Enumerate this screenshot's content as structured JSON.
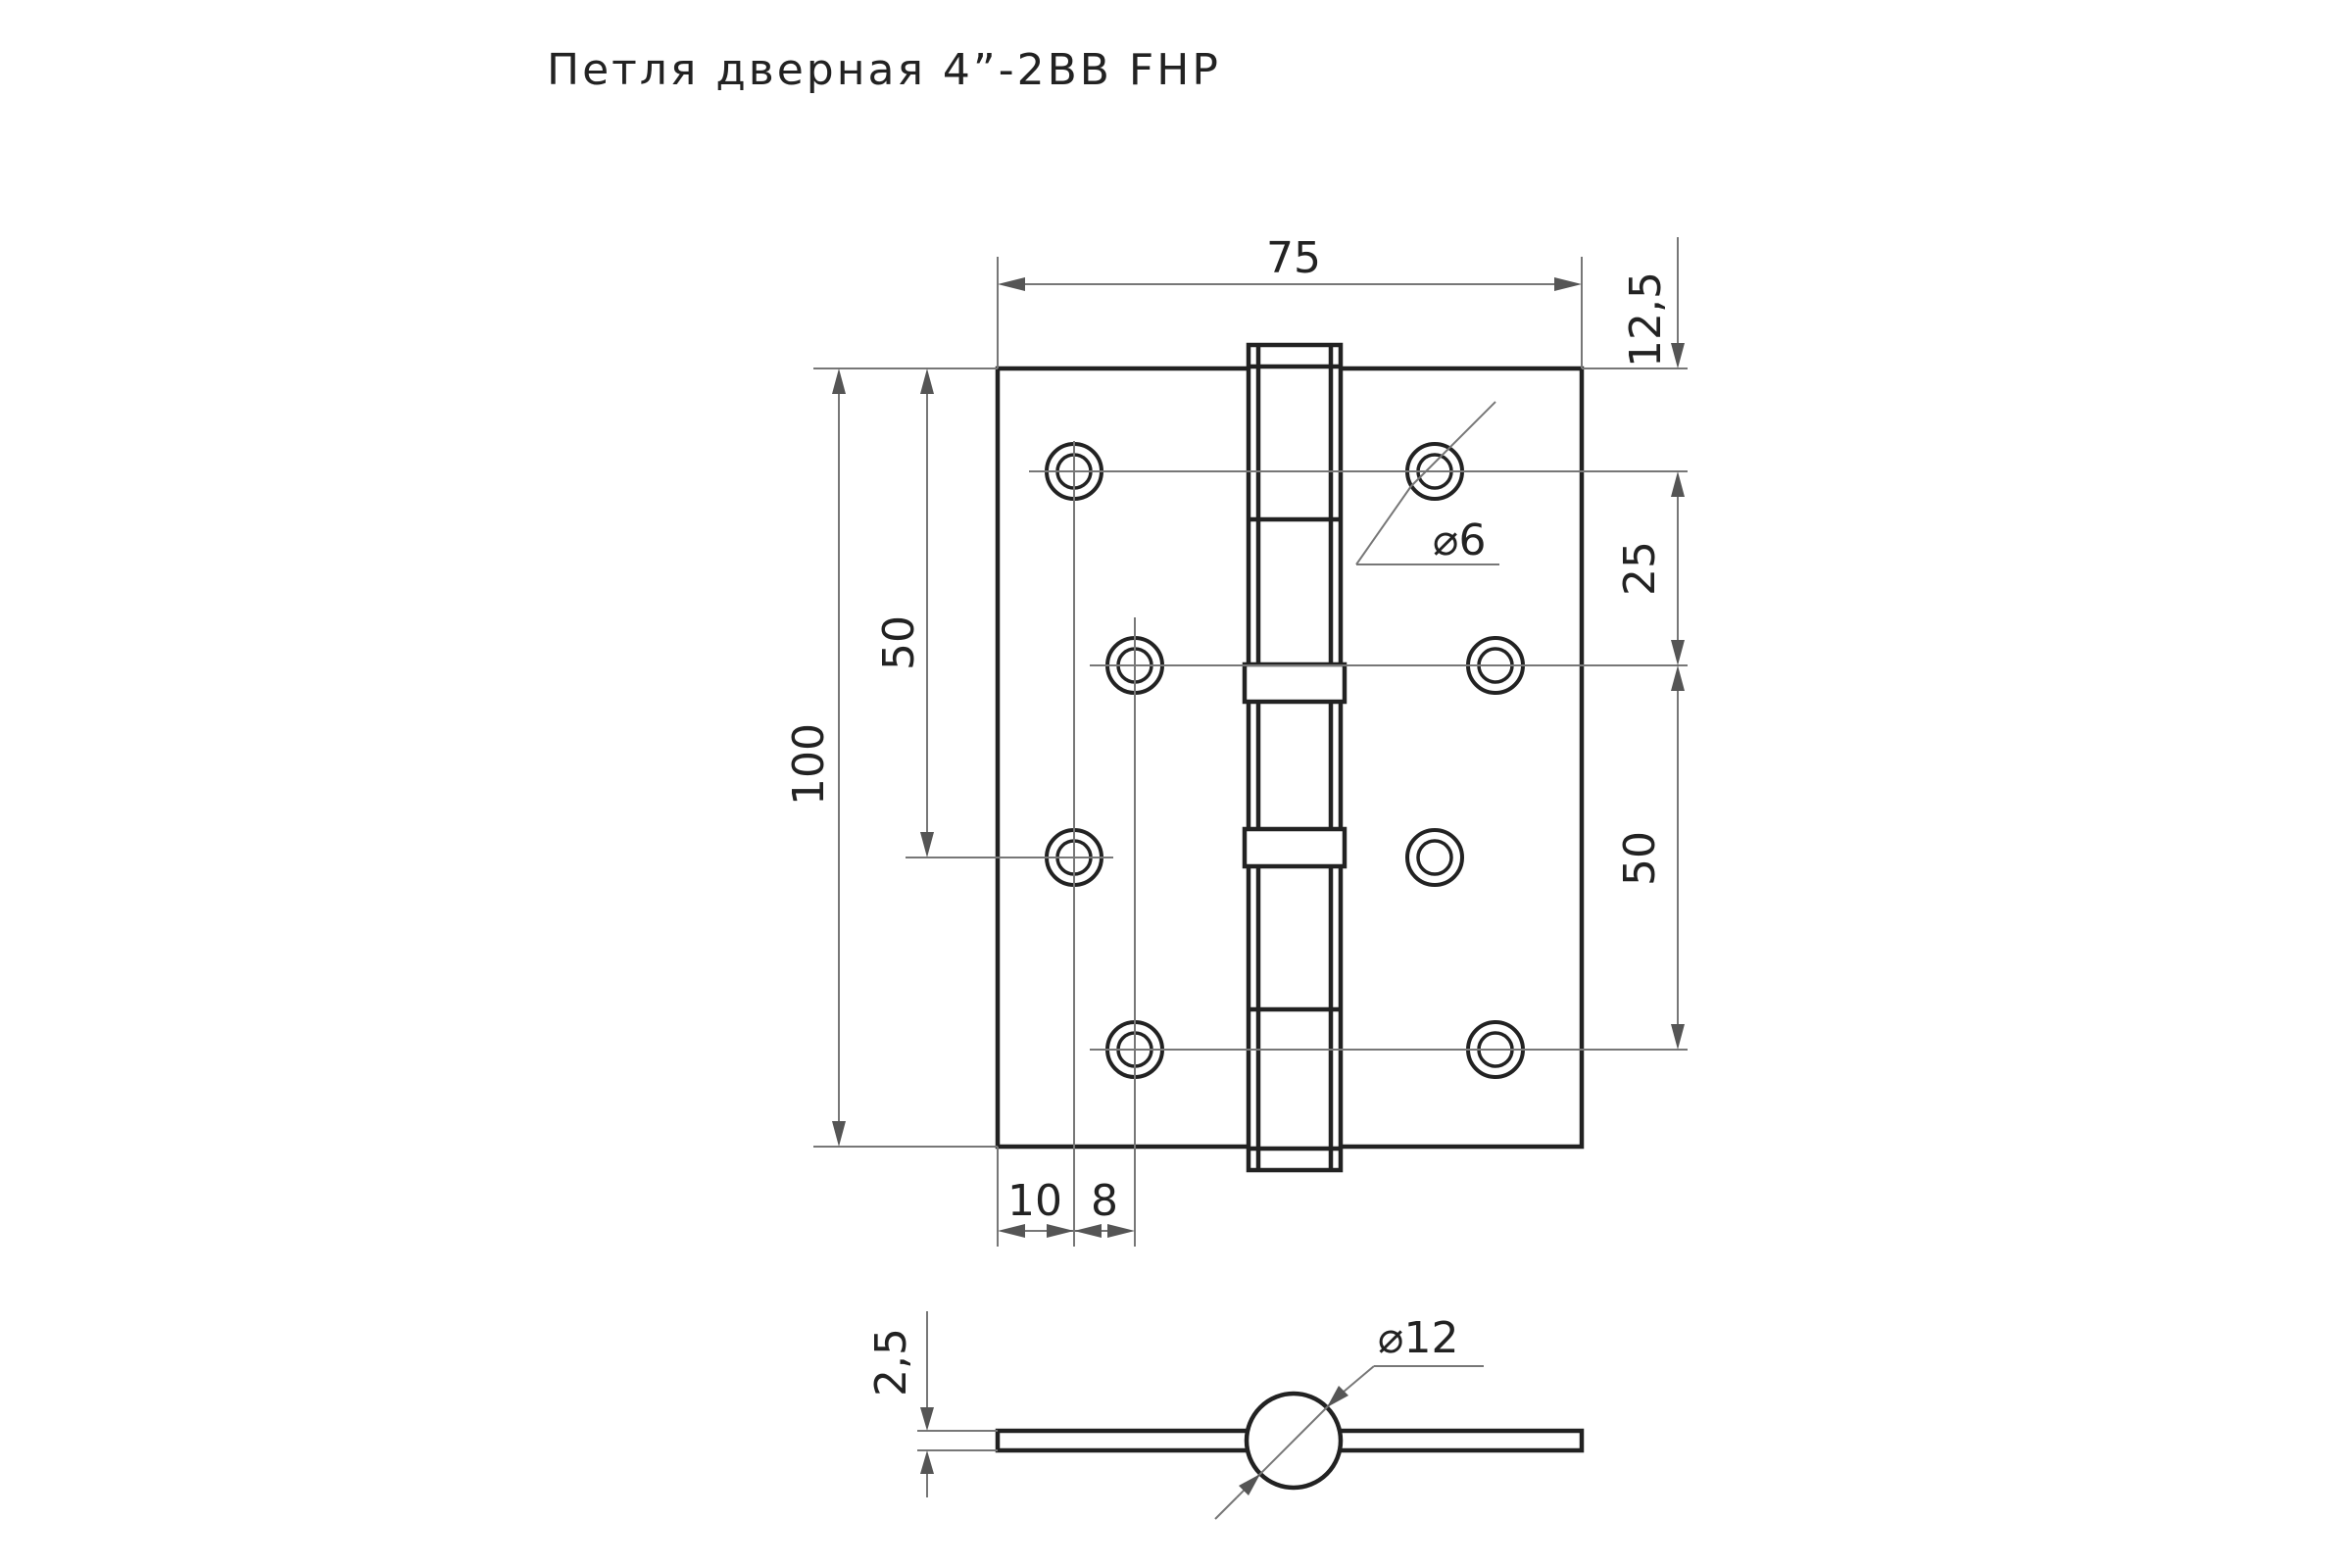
{
  "title": "Петля  дверная 4”-2BB FHP",
  "dimensions": {
    "width_75": "75",
    "top_margin_12_5": "12,5",
    "hole_diameter": "⌀6",
    "spacing_25": "25",
    "spacing_50_right": "50",
    "height_100": "100",
    "spacing_50_left": "50",
    "offset_10": "10",
    "offset_8": "8",
    "thickness_2_5": "2,5",
    "knuckle_diameter": "⌀12"
  },
  "colors": {
    "line": "#222222",
    "dimension_line": "#777777",
    "background": "#ffffff"
  }
}
